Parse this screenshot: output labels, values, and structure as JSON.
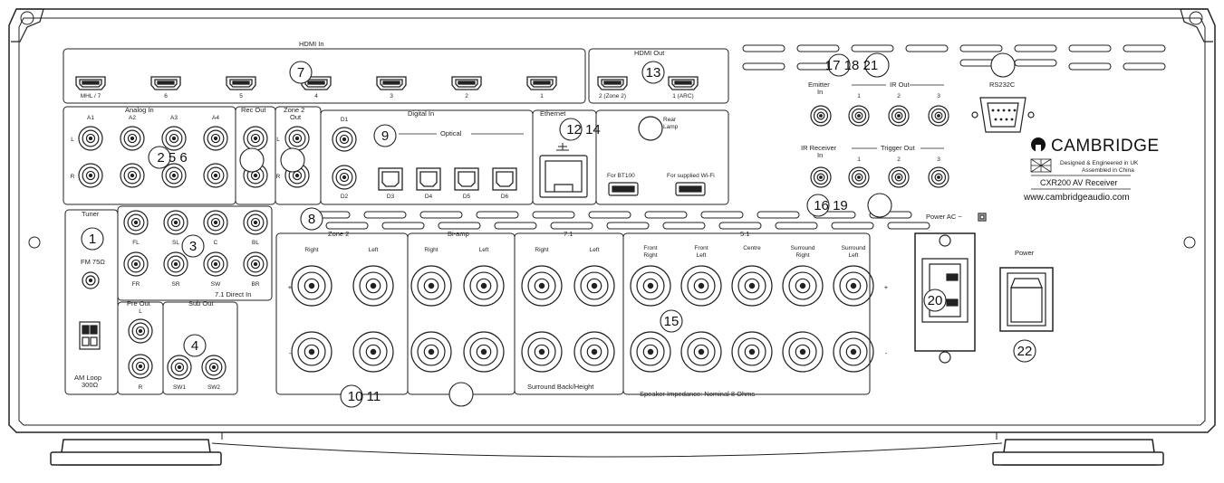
{
  "brand": {
    "name": "CAMBRIDGE",
    "line1": "Designed & Engineered in UK",
    "line2": "Assembled in China",
    "model": "CXR200 AV Receiver",
    "website": "www.cambridgeaudio.com"
  },
  "sections": {
    "hdmi_in": "HDMI In",
    "hdmi_out": "HDMI Out",
    "analog_in": "Analog In",
    "rec_out": "Rec Out",
    "zone2_out_a": "Zone 2",
    "zone2_out_b": "Out",
    "digital_in": "Digital In",
    "optical": "Optical",
    "ethernet": "Ethernet",
    "emitter_in_a": "Emitter",
    "emitter_in_b": "In",
    "ir_out": "IR Out",
    "ir_receiver_a": "IR Receiver",
    "ir_receiver_b": "In",
    "trigger_out": "Trigger Out",
    "rs232c": "RS232C",
    "tuner": "Tuner",
    "fm": "FM 75Ω",
    "am_a": "AM Loop",
    "am_b": "300Ω",
    "direct_in": "7.1 Direct In",
    "pre_out": "Pre Out",
    "sub_out": "Sub Out",
    "zone2": "Zone 2",
    "biamp": "Bi-amp",
    "s71": "7.1",
    "s51": "5.1",
    "surround_back": "Surround Back/Height",
    "impedance": "Speaker Impedance: Nominal 8 Ohms",
    "power_ac": "Power AC ~",
    "power": "Power",
    "for_bt": "For BT100",
    "for_wifi": "For supplied Wi-Fi",
    "rear_a": "Rear",
    "rear_b": "Lamp"
  },
  "hdmi_in_ports": [
    "MHL / 7",
    "6",
    "5",
    "4",
    "3",
    "2",
    "1"
  ],
  "hdmi_out_ports": [
    "2 (Zone 2)",
    "1 (ARC)"
  ],
  "analog_cols": [
    "A1",
    "A2",
    "A3",
    "A4"
  ],
  "lr": {
    "l": "L",
    "r": "R"
  },
  "digital_coax": [
    "D1",
    "D2"
  ],
  "digital_opt": [
    "D3",
    "D4",
    "D5",
    "D6"
  ],
  "ir_out_ports": [
    "1",
    "2",
    "3"
  ],
  "trigger_ports": [
    "1",
    "2",
    "3"
  ],
  "direct_in_top": [
    "FL",
    "SL",
    "C",
    "BL"
  ],
  "direct_in_bottom": [
    "FR",
    "SR",
    "SW",
    "BR"
  ],
  "pre_out_ports": [
    "L",
    "R"
  ],
  "sub_out_ports": [
    "SW1",
    "SW2"
  ],
  "spk_lr": [
    "Right",
    "Left"
  ],
  "spk_51_a": [
    "Front",
    "Front",
    "Centre",
    "Surround",
    "Surround"
  ],
  "spk_51_b": [
    "Right",
    "Left",
    "",
    "Right",
    "Left"
  ],
  "polarity": {
    "plus": "+",
    "minus": "-"
  },
  "callouts": [
    "1",
    "2 5 6",
    "3",
    "4",
    "7",
    "8",
    "9",
    "10 11",
    "12 14",
    "13",
    "15",
    "16 19",
    "17 18 21",
    "20",
    "22"
  ]
}
